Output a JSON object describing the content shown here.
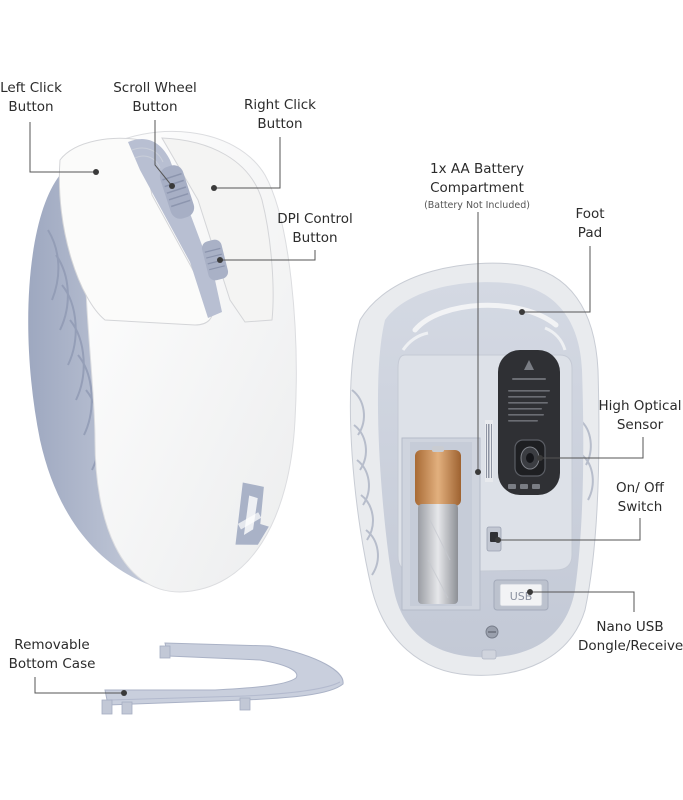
{
  "labels": {
    "left_click": {
      "line1": "Left Click",
      "line2": "Button"
    },
    "scroll_wheel": {
      "line1": "Scroll Wheel",
      "line2": "Button"
    },
    "right_click": {
      "line1": "Right Click",
      "line2": "Button"
    },
    "dpi_control": {
      "line1": "DPI Control",
      "line2": "Button"
    },
    "battery_compartment": {
      "line1": "1x AA Battery",
      "line2": "Compartment",
      "note": "(Battery Not Included)"
    },
    "foot_pad": {
      "line1": "Foot",
      "line2": "Pad"
    },
    "optical_sensor": {
      "line1": "High Optical",
      "line2": "Sensor"
    },
    "on_off_switch": {
      "line1": "On/ Off",
      "line2": "Switch"
    },
    "nano_usb": {
      "line1": "Nano USB",
      "line2": "Dongle/Receiver"
    },
    "removable_case": {
      "line1": "Removable",
      "line2": "Bottom Case"
    }
  },
  "device": {
    "usb_port_text": "USB",
    "colors": {
      "shell_white": "#f7f7f5",
      "accent_blue_gray": "#b9c0d3",
      "underside_gray": "#d9dce3",
      "sensor_panel": "#2f3034",
      "battery_copper": "#c98b54"
    }
  }
}
